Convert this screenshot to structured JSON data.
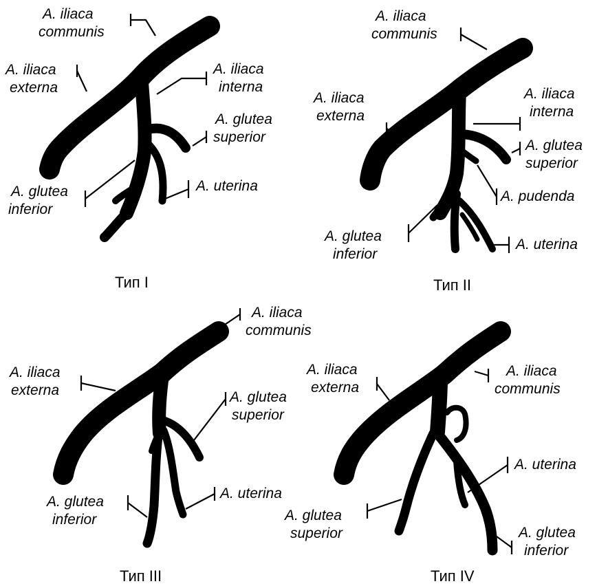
{
  "panels": [
    {
      "caption": "Тип I",
      "labels": {
        "communis": [
          "A. iliaca",
          "communis"
        ],
        "externa": [
          "A. iliaca",
          "externa"
        ],
        "interna": [
          "A. iliaca",
          "interna"
        ],
        "glutea_superior": [
          "A. glutea",
          "superior"
        ],
        "glutea_inferior": [
          "A. glutea",
          "inferior"
        ],
        "uterina": [
          "A. uterina"
        ]
      }
    },
    {
      "caption": "Тип II",
      "labels": {
        "communis": [
          "A. iliaca",
          "communis"
        ],
        "externa": [
          "A. iliaca",
          "externa"
        ],
        "interna": [
          "A. iliaca",
          "interna"
        ],
        "glutea_superior": [
          "A. glutea",
          "superior"
        ],
        "pudenda": [
          "A. pudenda"
        ],
        "glutea_inferior": [
          "A. glutea",
          "inferior"
        ],
        "uterina": [
          "A. uterina"
        ]
      }
    },
    {
      "caption": "Тип III",
      "labels": {
        "communis": [
          "A. iliaca",
          "communis"
        ],
        "externa": [
          "A. iliaca",
          "externa"
        ],
        "glutea_superior": [
          "A. glutea",
          "superior"
        ],
        "glutea_inferior": [
          "A. glutea",
          "inferior"
        ],
        "uterina": [
          "A. uterina"
        ]
      }
    },
    {
      "caption": "Тип IV",
      "labels": {
        "externa": [
          "A. iliaca",
          "externa"
        ],
        "communis": [
          "A. iliaca",
          "communis"
        ],
        "uterina": [
          "A. uterina"
        ],
        "glutea_superior": [
          "A. glutea",
          "superior"
        ],
        "glutea_inferior": [
          "A. glutea",
          "inferior"
        ]
      }
    }
  ],
  "colors": {
    "vessel": "#000000",
    "background": "#ffffff"
  }
}
